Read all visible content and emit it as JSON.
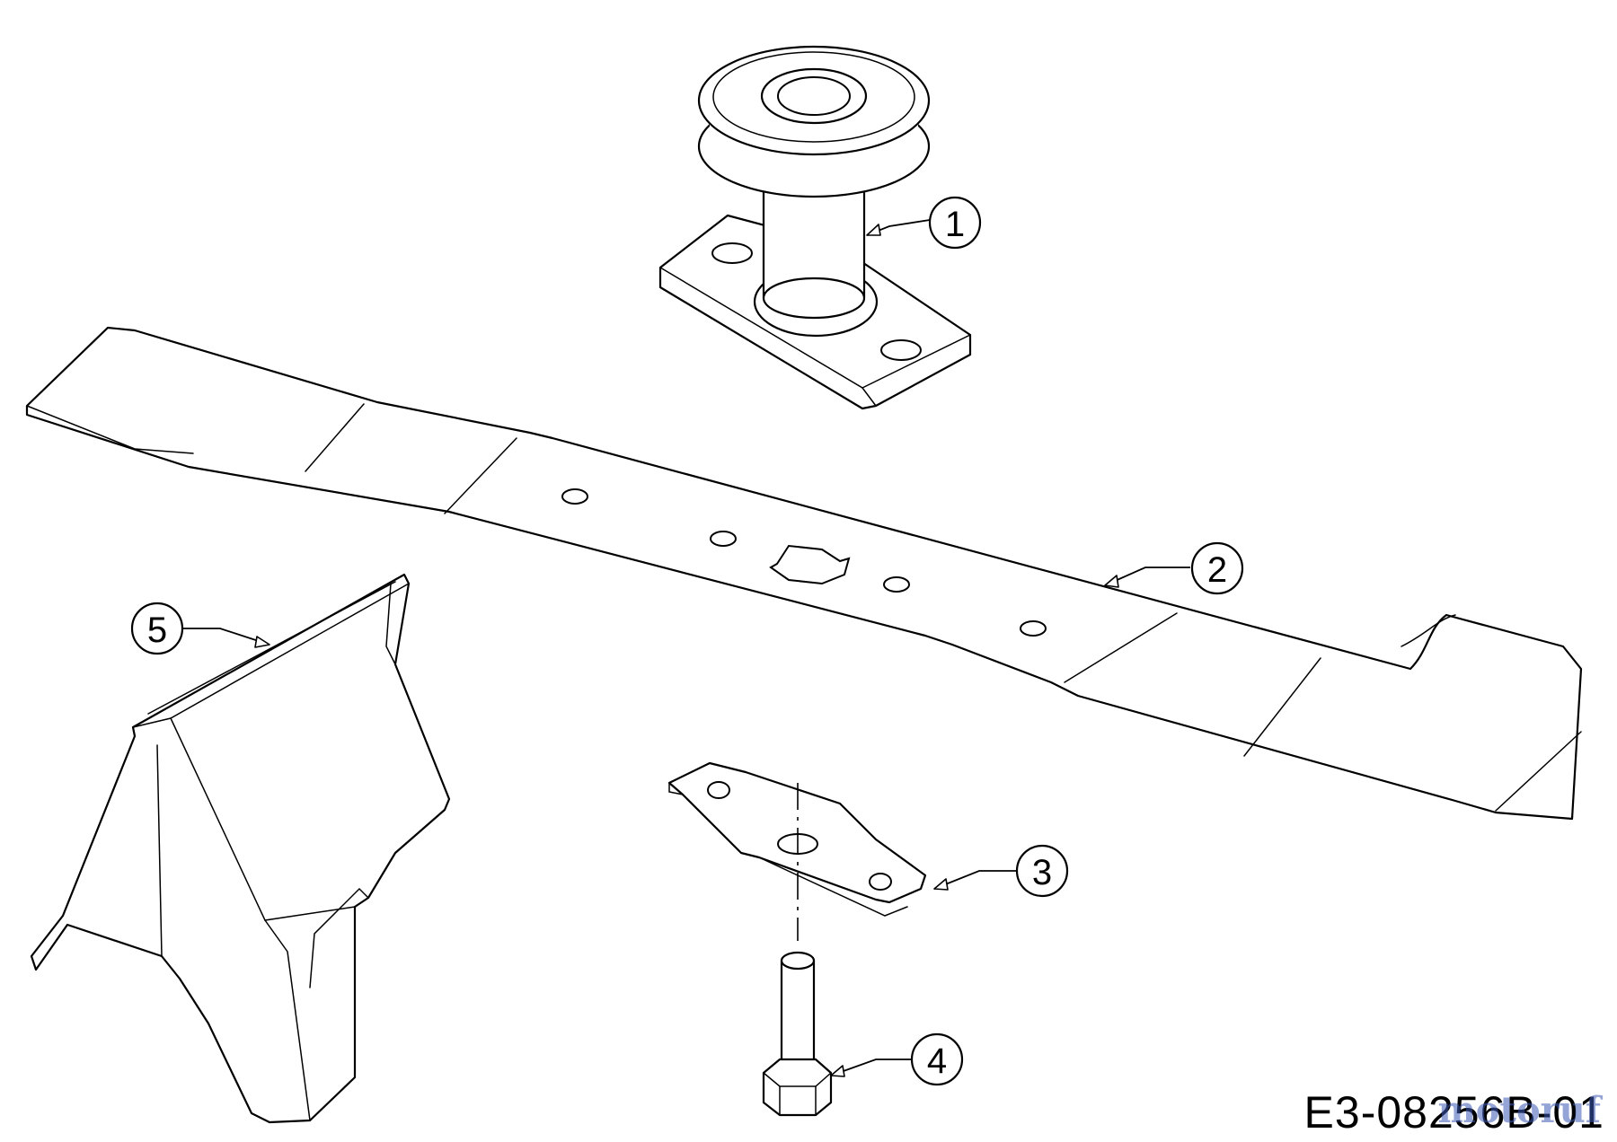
{
  "callouts": [
    {
      "id": "1",
      "label": "1"
    },
    {
      "id": "2",
      "label": "2"
    },
    {
      "id": "3",
      "label": "3"
    },
    {
      "id": "4",
      "label": "4"
    },
    {
      "id": "5",
      "label": "5"
    }
  ],
  "drawing_code": "E3-08256B-01",
  "watermark": {
    "text": "motoruf"
  }
}
